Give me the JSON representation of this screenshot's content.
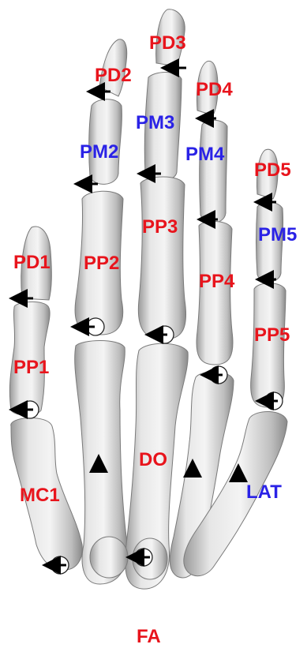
{
  "colors": {
    "red": "#e8141c",
    "blue": "#2a22e6",
    "bone_light": "#eeeeee",
    "bone_mid": "#c9c9c9",
    "bone_dark": "#8c8c8c"
  },
  "labels": {
    "pd1": "PD1",
    "pd2": "PD2",
    "pd3": "PD3",
    "pd4": "PD4",
    "pd5": "PD5",
    "pm2": "PM2",
    "pm3": "PM3",
    "pm4": "PM4",
    "pm5": "PM5",
    "pp1": "PP1",
    "pp2": "PP2",
    "pp3": "PP3",
    "pp4": "PP4",
    "pp5": "PP5",
    "mc1": "MC1",
    "do": "DO",
    "lat": "LAT",
    "fa": "FA"
  }
}
